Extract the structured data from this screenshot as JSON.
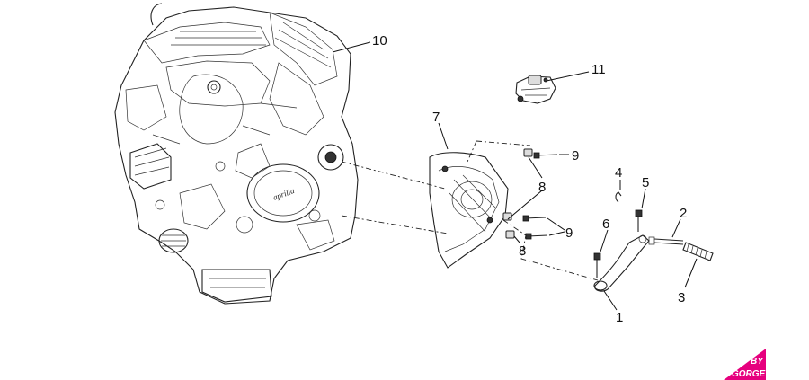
{
  "callouts": {
    "c1": "1",
    "c2": "2",
    "c3": "3",
    "c4": "4",
    "c5": "5",
    "c6": "6",
    "c7": "7",
    "c8a": "8",
    "c8b": "8",
    "c9a": "9",
    "c9b": "9",
    "c10": "10",
    "c11": "11"
  },
  "engine_brand": "aprilia",
  "watermark": {
    "line1": "BY",
    "line2": "GORGE",
    "color": "#e6007e"
  }
}
